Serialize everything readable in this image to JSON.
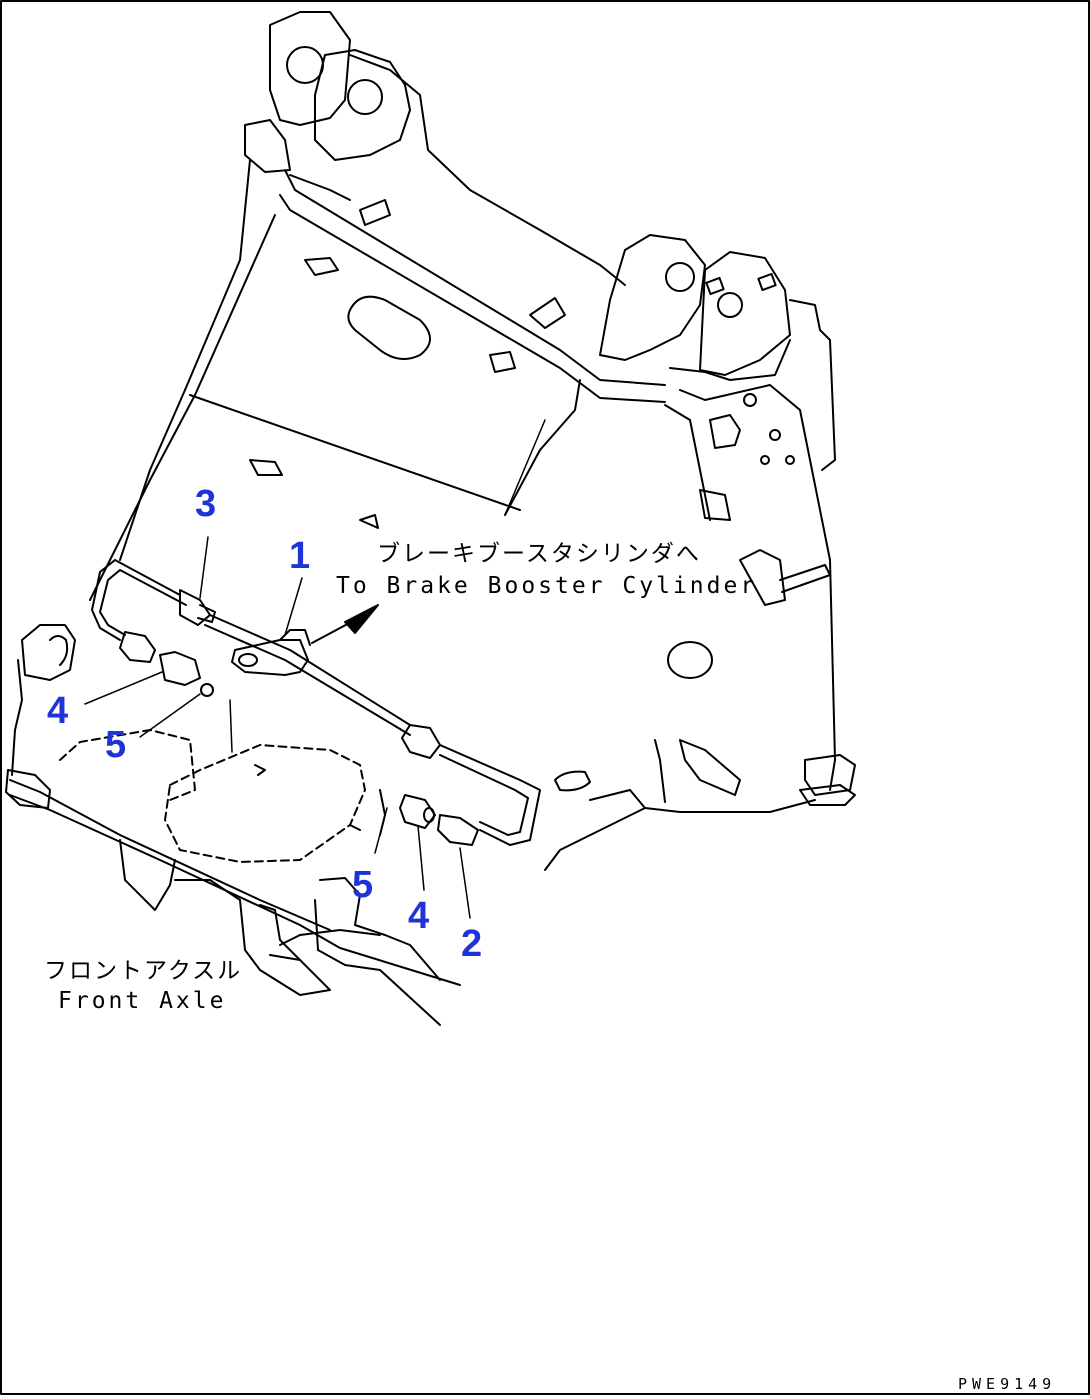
{
  "callouts": {
    "c1": "1",
    "c2": "2",
    "c3": "3",
    "c4a": "4",
    "c4b": "4",
    "c5a": "5",
    "c5b": "5"
  },
  "notes": {
    "brake_booster_jp": "ブレーキブースタシリンダへ",
    "brake_booster_en": "To Brake Booster Cylinder",
    "front_axle_jp": "フロントアクスル",
    "front_axle_en": "Front Axle"
  },
  "drawing_code": "PWE9149",
  "colors": {
    "callout": "#1f33d6",
    "line": "#000000",
    "background": "#ffffff"
  }
}
